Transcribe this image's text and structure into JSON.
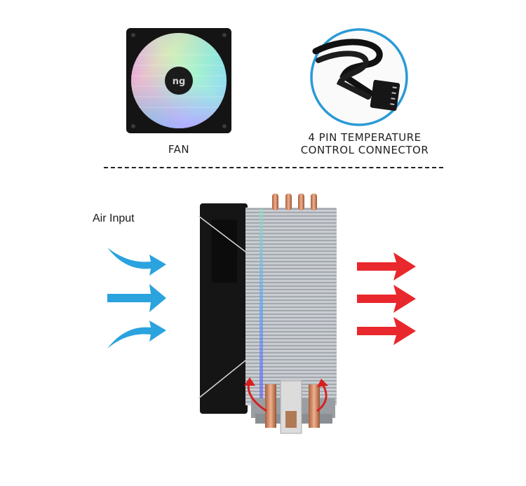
{
  "top": {
    "fan": {
      "label": "FAN",
      "icon": "rgb-fan-icon"
    },
    "connector": {
      "label_line1": "4 PIN TEMPERATURE",
      "label_line2": "CONTROL CONNECTOR",
      "icon": "4-pin-connector-icon",
      "ring_color": "#2a9ad6"
    }
  },
  "bottom": {
    "air_input_label": "Air Input",
    "intake_arrow_color": "#2aa3de",
    "exhaust_arrow_color": "#e8282c",
    "heat_arrow_color": "#d62020",
    "heatsink": {
      "heatpipes": 4
    }
  }
}
